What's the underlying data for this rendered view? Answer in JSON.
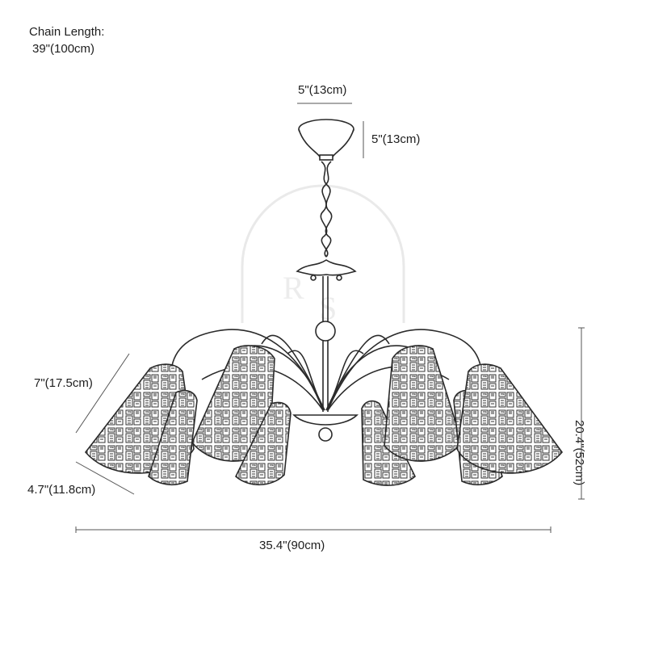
{
  "chain": {
    "title": "Chain Length:",
    "value": "39\"(100cm)"
  },
  "dimensions": {
    "canopy_width": "5\"(13cm)",
    "canopy_height": "5\"(13cm)",
    "shade_height": "7\"(17.5cm)",
    "shade_width": "4.7\"(11.8cm)",
    "total_width": "35.4\"(90cm)",
    "total_height": "20.4\"(52cm)"
  },
  "colors": {
    "line": "#2a2a2a",
    "dimension_line": "#555555"
  },
  "icons": [
    "chandelier-drawing",
    "watermark-logo"
  ]
}
